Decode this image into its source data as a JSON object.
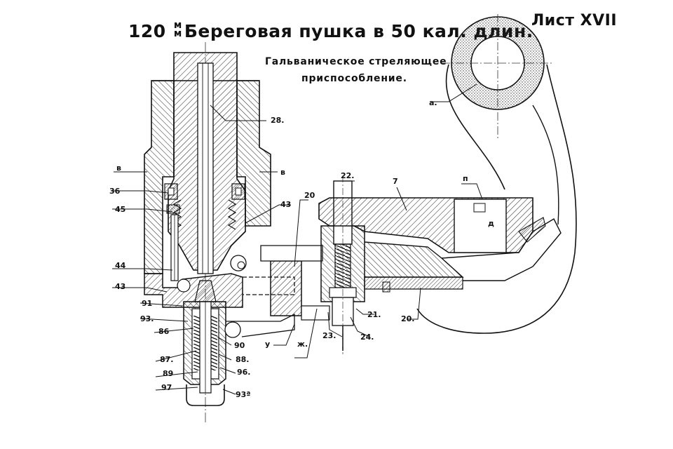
{
  "drawing": {
    "title_prefix": "120",
    "title_unit_top": "м",
    "title_unit_bottom": "м",
    "title_main": "Береговая пушка в 50 кал. длин.",
    "sheet_label": "Лист XVII",
    "subtitle_line1": "Гальваническое стреляющее",
    "subtitle_line2": "приспособление."
  },
  "callouts": {
    "c28": "28.",
    "c_v_left": "в",
    "c_v_right": "в",
    "c36": "36",
    "c45": "45",
    "c43_upper": "43",
    "c44": "44",
    "c43_lower": "43",
    "c20_upper": "20",
    "c91": "91",
    "c93": "93.",
    "c86": "86",
    "c90": "90",
    "c87": "87.",
    "c88": "88.",
    "c89": "89",
    "c96": "96.",
    "c97": "97",
    "c93a": "93ª",
    "c_y": "у",
    "c_x": "ж.",
    "c23": "23.",
    "c24": "24.",
    "c21": "21.",
    "c20_lower": "20.",
    "c22": "22.",
    "c7": "7",
    "c_p": "п",
    "c_d": "д",
    "c_a": "а."
  }
}
